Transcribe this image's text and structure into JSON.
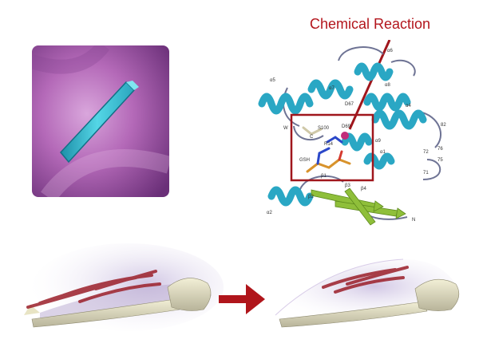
{
  "callout": {
    "label": "Chemical Reaction",
    "color": "#b3151c"
  },
  "protein_labels": {
    "alpha6": "α6",
    "alpha5": "α5",
    "alpha7": "α7",
    "alpha8": "α8",
    "alpha4": "α4",
    "alpha9": "α9",
    "alpha1": "α1",
    "alpha2": "α2",
    "d67": "D67",
    "d69": "D69",
    "s100": "S100",
    "w": "W",
    "c": "C",
    "r14": "R14",
    "gsh": "GSH",
    "beta1": "β1",
    "beta2": "β2",
    "beta3": "β3",
    "beta4": "β4",
    "n": "N",
    "r72": "72",
    "r75": "75",
    "r76": "76",
    "r71": "71",
    "r82": "82"
  },
  "colors": {
    "helix": "#2aa7c4",
    "sheet": "#8fbf3a",
    "ligand": "#d8932c",
    "highlight_box": "#a0161c",
    "arrow": "#b0151b",
    "crystal_bg": "#b96ab9",
    "crystal": "#3ec6d8",
    "skeleton": "#e8e4c4",
    "tissue": "#9b1f2a",
    "envelope": "#b7a7cf"
  }
}
